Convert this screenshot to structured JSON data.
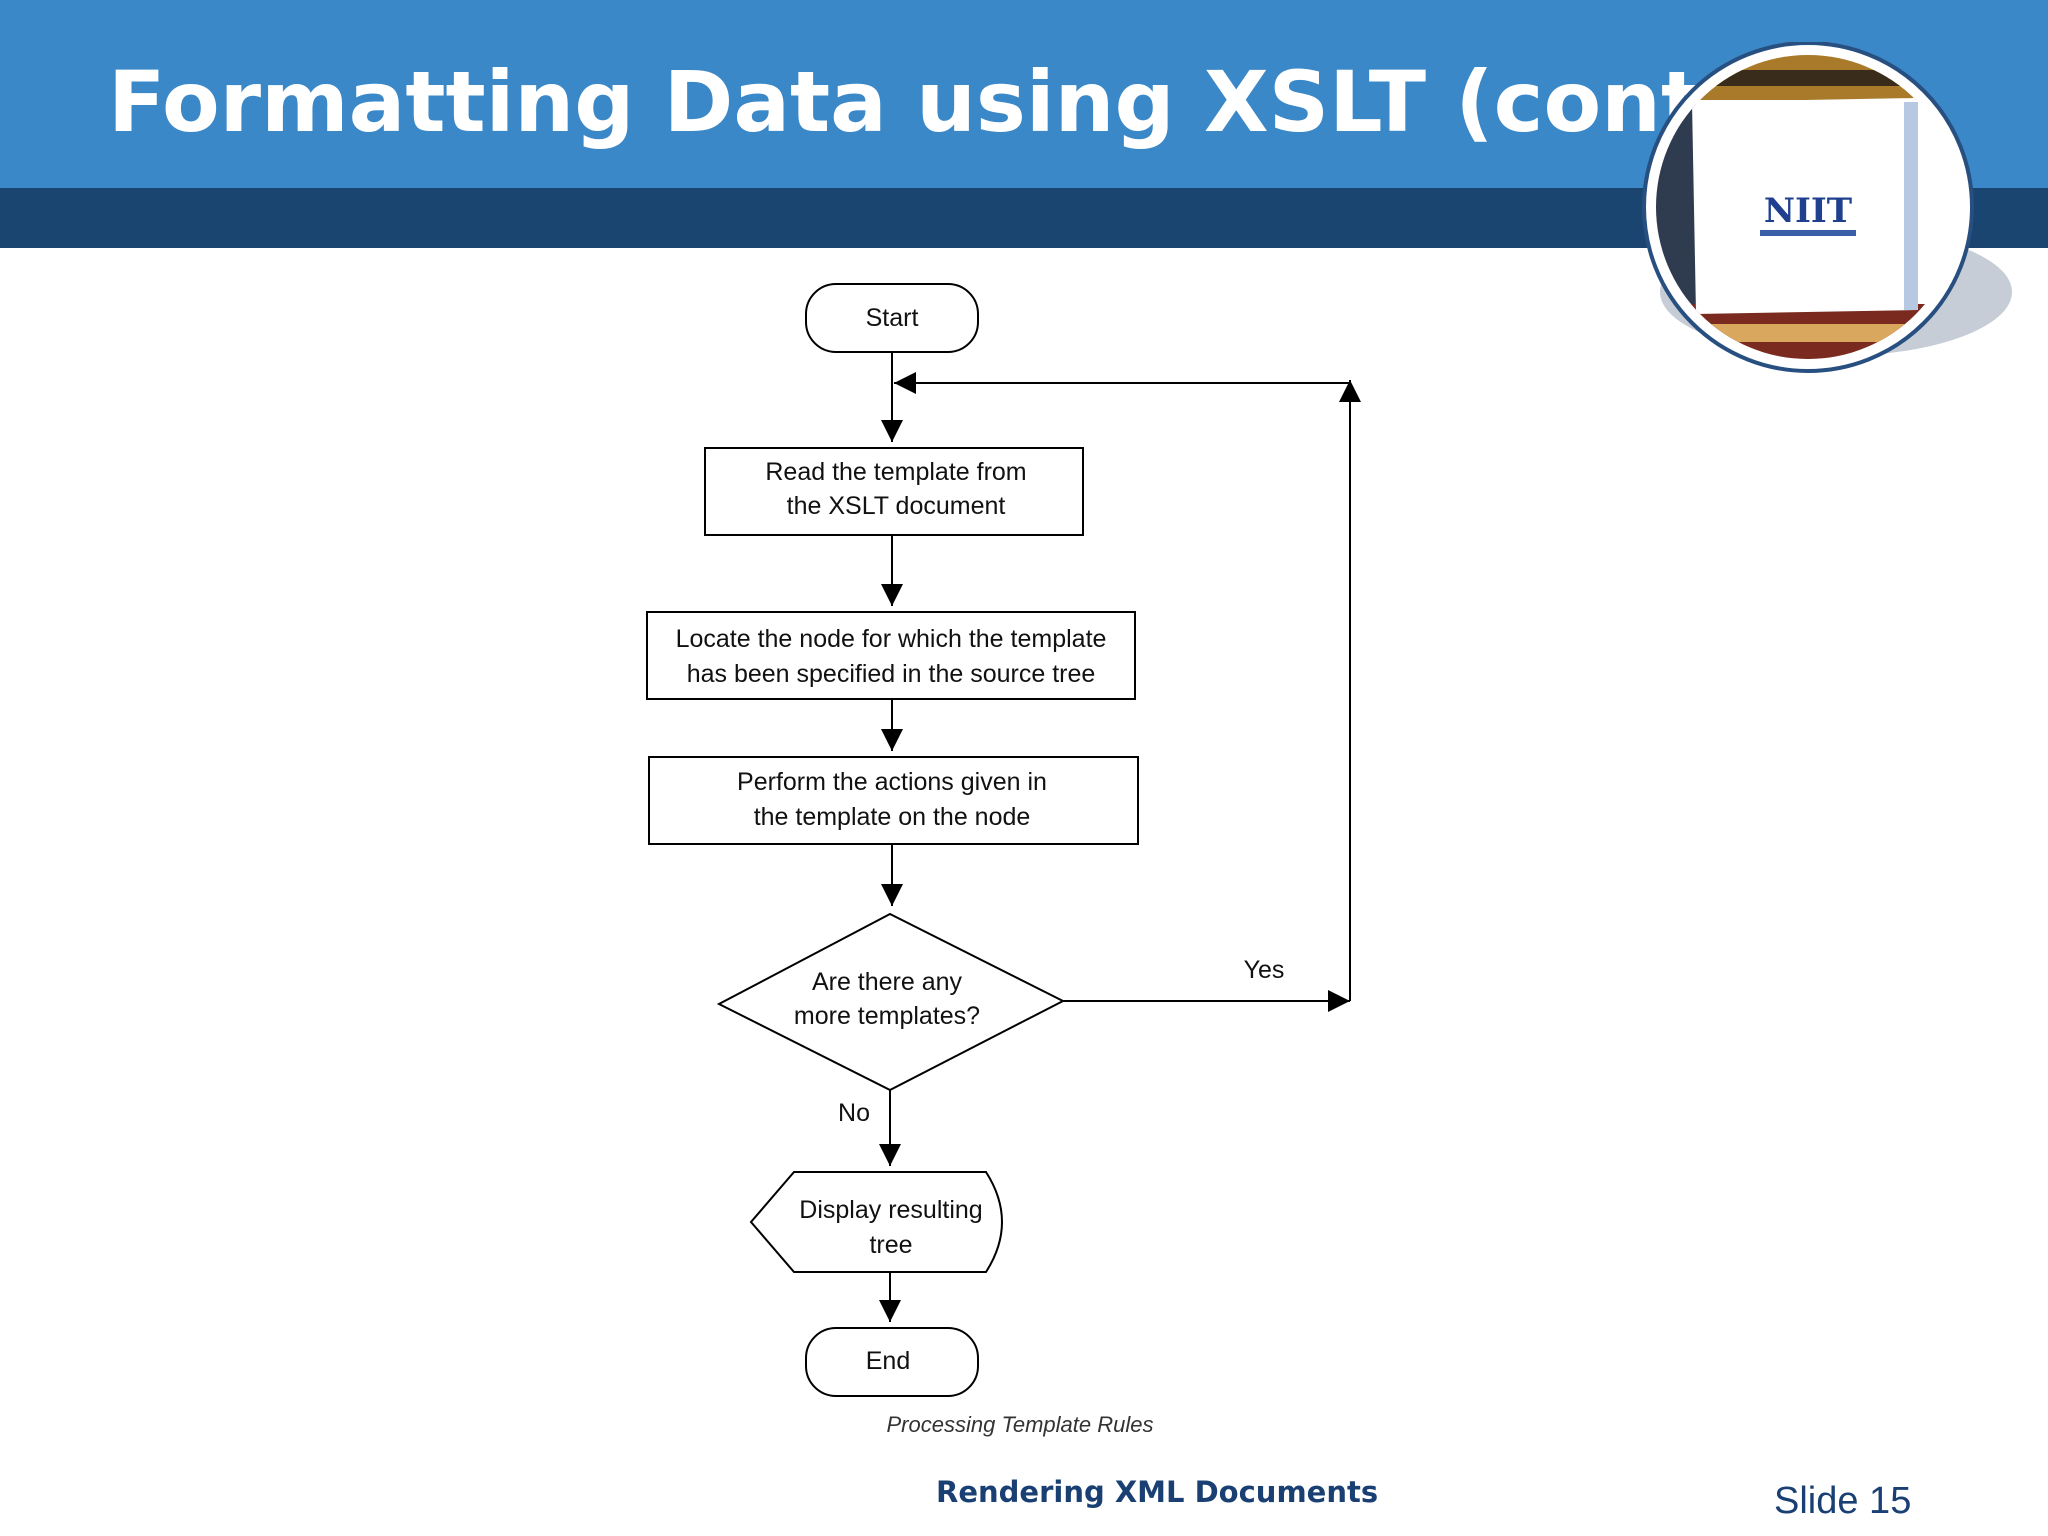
{
  "slide": {
    "title": "Formatting Data using XSLT (cont.)",
    "logo_text": "NIIT",
    "footer_title": "Rendering XML Documents",
    "slide_number": "Slide 15"
  },
  "flowchart": {
    "start": "Start",
    "step1": {
      "line1": "Read the template from",
      "line2": "the XSLT document"
    },
    "step2": {
      "line1": "Locate the node for which the template",
      "line2": "has been specified in the source tree"
    },
    "step3": {
      "line1": "Perform the actions given in",
      "line2": "the template on the node"
    },
    "decision": {
      "line1": "Are there any",
      "line2": "more templates?"
    },
    "yes_label": "Yes",
    "no_label": "No",
    "display": {
      "line1": "Display resulting",
      "line2": "tree"
    },
    "end": "End",
    "caption": "Processing Template Rules"
  },
  "colors": {
    "header_blue": "#3a88c8",
    "header_dark": "#1a4570",
    "footer_text": "#1a3f73"
  }
}
